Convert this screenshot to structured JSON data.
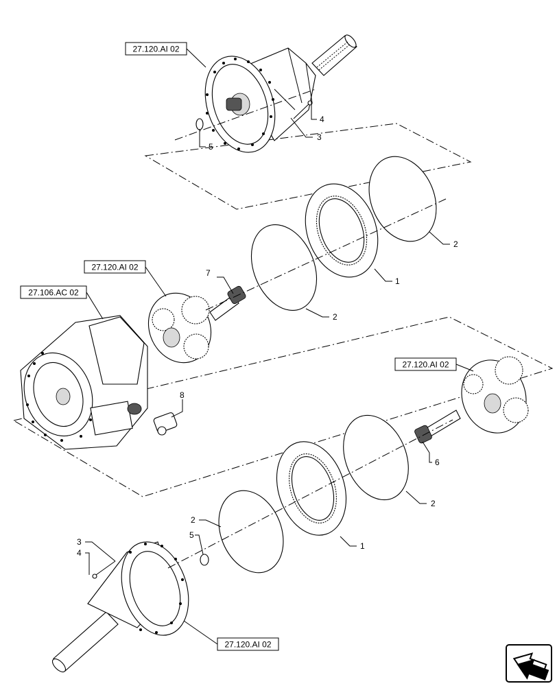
{
  "references": {
    "r1": "27.120.AI 02",
    "r2": "27.120.AI 02",
    "r3": "27.106.AC 02",
    "r4": "27.120.AI 02",
    "r5": "27.120.AI 02"
  },
  "callouts": {
    "c_top_4": "4",
    "c_top_3": "3",
    "c_top_5": "5",
    "c_2a": "2",
    "c_1a": "1",
    "c_7": "7",
    "c_2b": "2",
    "c_8": "8",
    "c_6": "6",
    "c_2c": "2",
    "c_2d": "2",
    "c_5b": "5",
    "c_1b": "1",
    "c_3b": "3",
    "c_4b": "4"
  },
  "icons": {
    "nav": "next-page-arrow-icon"
  }
}
